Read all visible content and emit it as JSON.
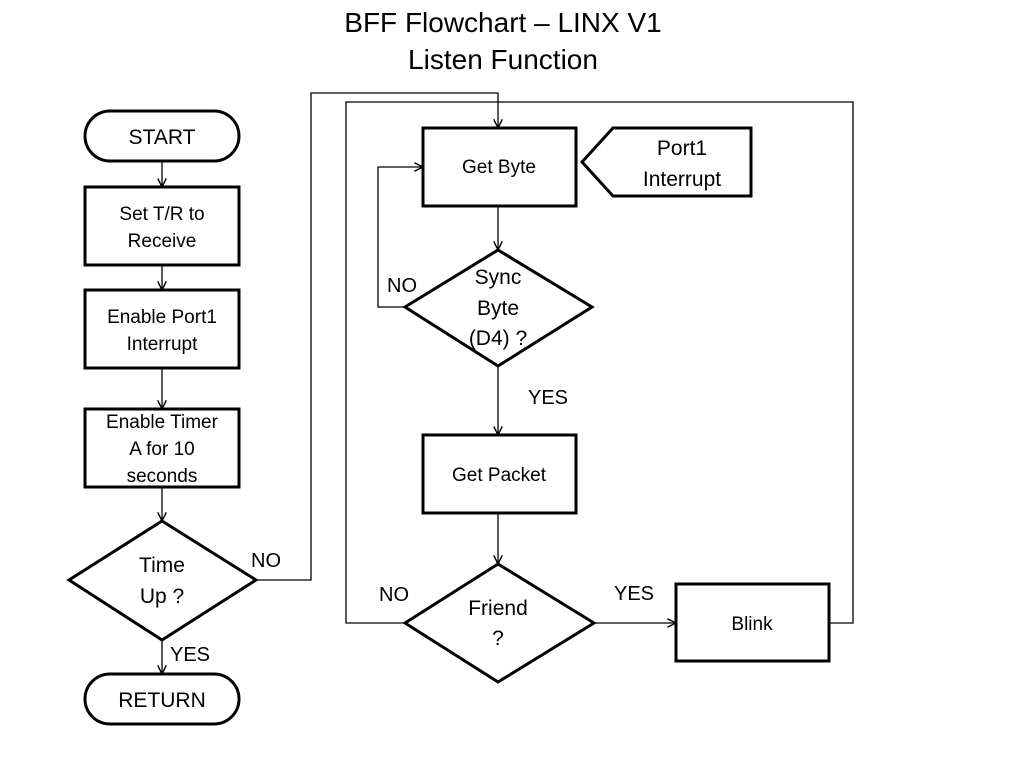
{
  "title": {
    "line1": "BFF Flowchart – LINX V1",
    "line2": "Listen Function"
  },
  "nodes": {
    "start": "START",
    "set_tr": [
      "Set T/R to",
      "Receive"
    ],
    "enable_port1": [
      "Enable Port1",
      "Interrupt"
    ],
    "enable_timer": [
      "Enable Timer",
      "A for 10",
      "seconds"
    ],
    "time_up": [
      "Time",
      "Up ?"
    ],
    "return": "RETURN",
    "get_byte": "Get Byte",
    "port1_interrupt": [
      "Port1",
      "Interrupt"
    ],
    "sync_byte": [
      "Sync",
      "Byte",
      "(D4) ?"
    ],
    "get_packet": "Get Packet",
    "friend": [
      "Friend",
      "?"
    ],
    "blink": "Blink"
  },
  "edge_labels": {
    "time_up_no": "NO",
    "time_up_yes": "YES",
    "sync_no": "NO",
    "sync_yes": "YES",
    "friend_no": "NO",
    "friend_yes": "YES"
  }
}
